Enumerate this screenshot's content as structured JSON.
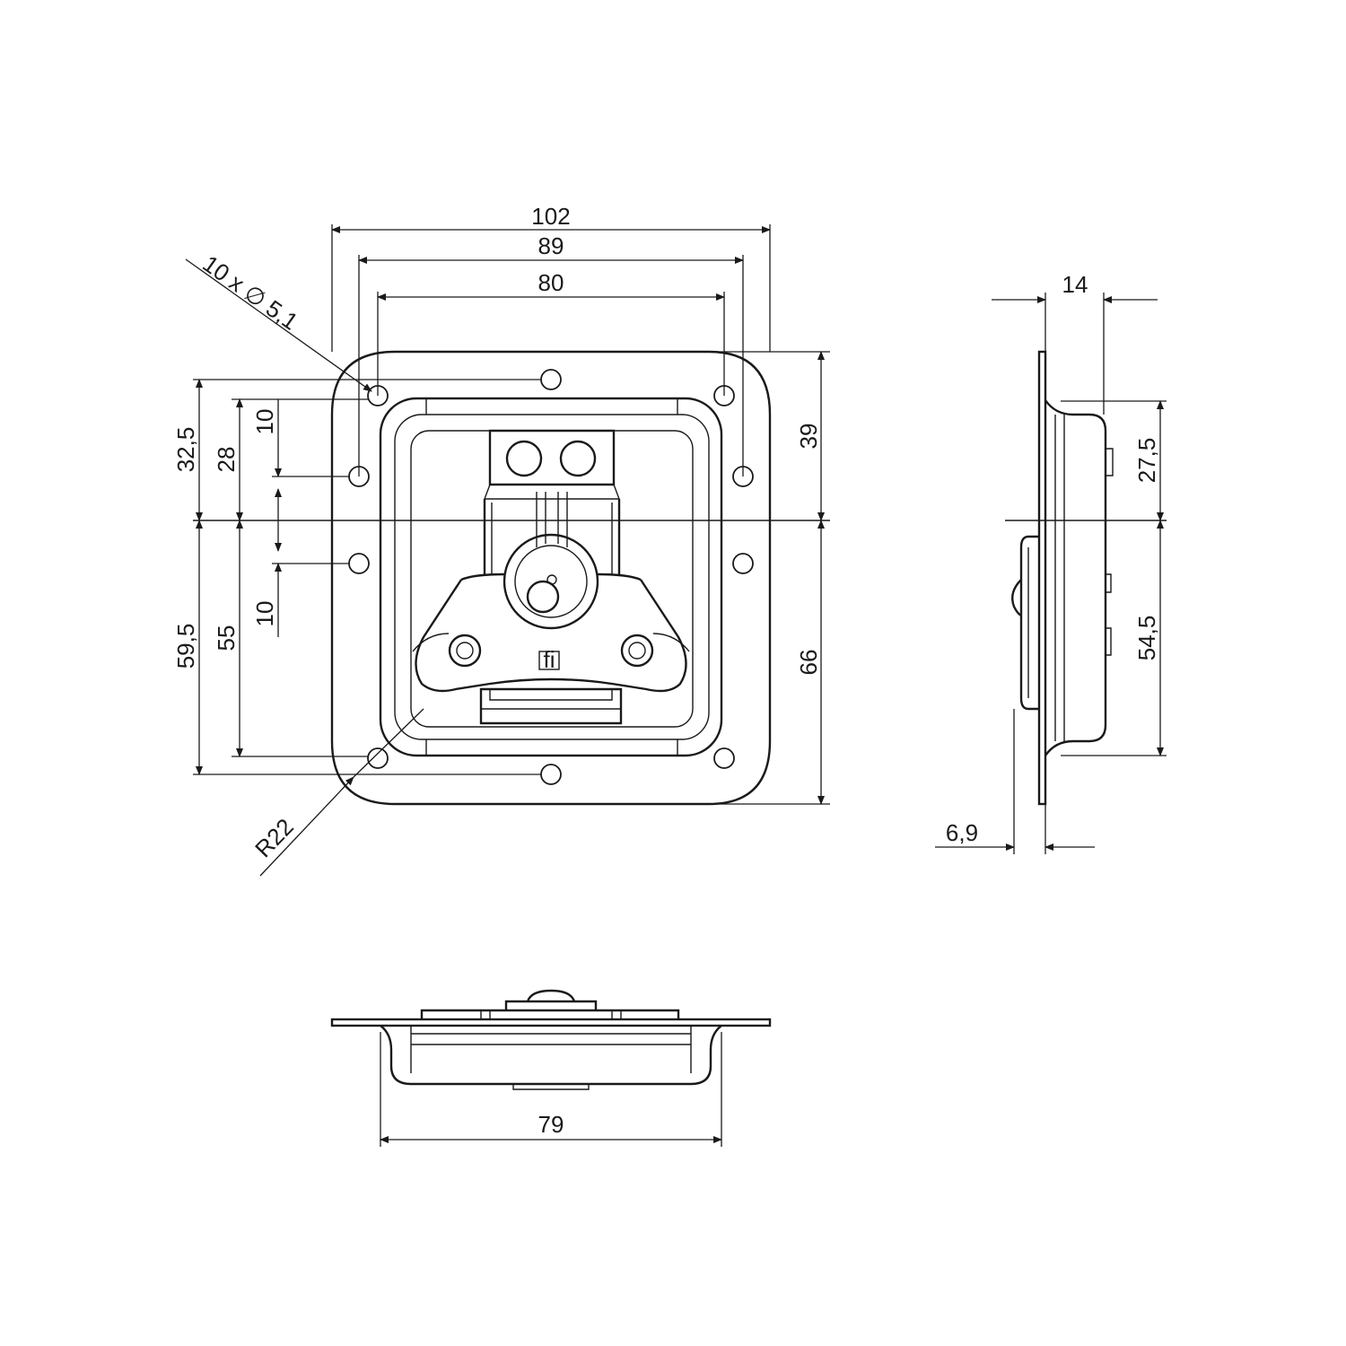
{
  "dimensions": {
    "overall_width": "102",
    "hole_spacing_outer": "89",
    "hole_spacing_inner": "80",
    "holes_note": "10 x ∅ 5,1",
    "top_total": "32,5",
    "top_mid": "28",
    "top_small": "10",
    "bottom_small": "10",
    "bottom_mid": "55",
    "bottom_total": "59,5",
    "right_upper": "39",
    "right_lower": "66",
    "radius": "R22",
    "side_depth": "14",
    "side_flange": "6,9",
    "side_upper": "27,5",
    "side_lower": "54,5",
    "bottom_width": "79"
  },
  "logo_text": "fi"
}
